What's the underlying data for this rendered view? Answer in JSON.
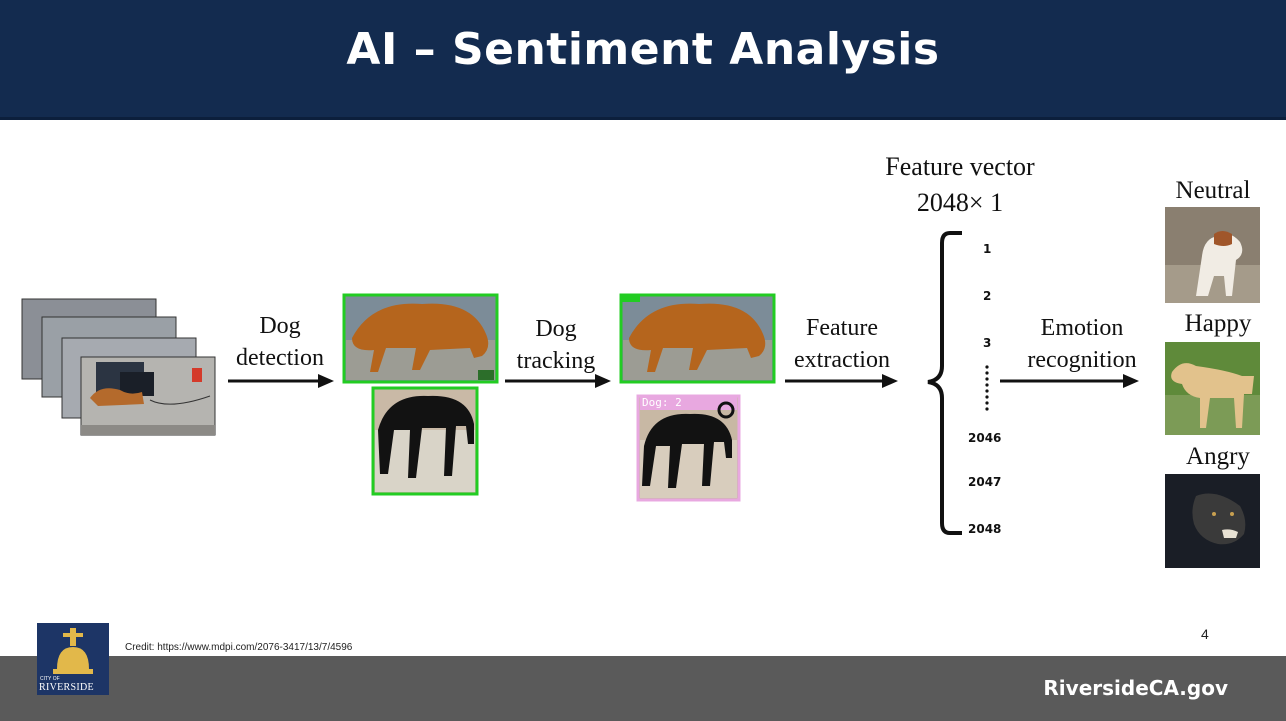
{
  "slide": {
    "title": "AI – Sentiment Analysis",
    "page_number": "4",
    "credit": "Credit: https://www.mdpi.com/2076-3417/13/7/4596",
    "footer_url": "RiversideCA.gov",
    "logo_text_small": "CITY OF",
    "logo_text": "RIVERSIDE"
  },
  "diagram": {
    "step1_label_line1": "Dog",
    "step1_label_line2": "detection",
    "step2_label_line1": "Dog",
    "step2_label_line2": "tracking",
    "step3_label_line1": "Feature",
    "step3_label_line2": "extraction",
    "step4_label_line1": "Emotion",
    "step4_label_line2": "recognition",
    "tracking_tag": "Dog: 2",
    "feature_vector_title": "Feature vector",
    "feature_vector_size": "2048× 1",
    "vector_entries": [
      "1",
      "2",
      "3",
      "2046",
      "2047",
      "2048"
    ],
    "emotions": [
      "Neutral",
      "Happy",
      "Angry"
    ]
  },
  "colors": {
    "header_bg": "#132b4f",
    "footer_bg": "#5a5a5a",
    "detection_box": "#22cc22",
    "tracking_box": "#e8a8e0"
  }
}
